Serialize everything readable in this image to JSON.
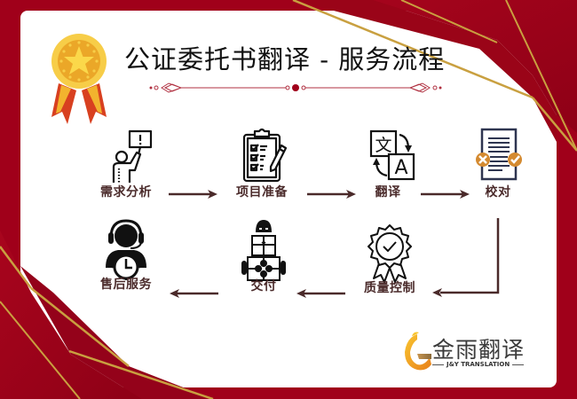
{
  "title": "公证委托书翻译 - 服务流程",
  "steps": [
    {
      "id": "demand-analysis",
      "label": "需求分析",
      "icon": "person-with-sign-icon"
    },
    {
      "id": "project-preparation",
      "label": "项目准备",
      "icon": "clipboard-checklist-icon"
    },
    {
      "id": "translation",
      "label": "翻译",
      "icon": "language-translate-icon"
    },
    {
      "id": "proofreading",
      "label": "校对",
      "icon": "document-check-icon"
    },
    {
      "id": "quality-control",
      "label": "质量控制",
      "icon": "award-badge-icon"
    },
    {
      "id": "delivery",
      "label": "交付",
      "icon": "delivery-boxes-icon"
    },
    {
      "id": "after-sales",
      "label": "售后服务",
      "icon": "support-agent-icon"
    }
  ],
  "logo": {
    "name": "金雨翻译",
    "subtitle": "J&Y TRANSLATION"
  },
  "colors": {
    "background_red": "#a0001a",
    "gold_line": "#c9a040",
    "card": "#ffffff",
    "arrow": "#4a2a2a",
    "label": "#4a2a2a",
    "divider": "#b03040",
    "medal_gold": "#f5c030",
    "ribbon_red": "#d84020",
    "proof_orange": "#d48a30",
    "proof_navy": "#2e3550"
  }
}
